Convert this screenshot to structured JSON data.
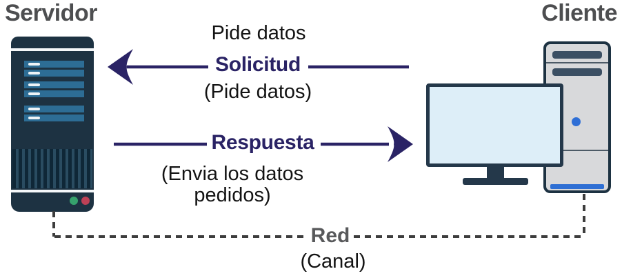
{
  "labels": {
    "server": "Servidor",
    "client": "Cliente"
  },
  "request": {
    "above": "Pide datos",
    "name": "Solicitud",
    "below": "(Pide datos)"
  },
  "response": {
    "name": "Respuesta",
    "below_line1": "(Envia los datos",
    "below_line2": "pedidos)"
  },
  "network": {
    "name": "Red",
    "below": "(Canal)"
  },
  "colors": {
    "arrow_navy": "#2a2365",
    "device_label_gray": "#4d4e50",
    "network_label_gray": "#58595b",
    "body_text_black": "#131313",
    "dashed_line_gray": "#3d3d3d",
    "server_body": "#1d3242",
    "server_bar_blue": "#2d6d95",
    "led_green": "#36a26d",
    "led_red": "#bd4156",
    "tower_fill": "#d8d9db",
    "tower_slot": "#3b4f63",
    "power_button_blue": "#2f6fd6",
    "monitor_frame": "#24384a",
    "screen_light_blue": "#ddeef8"
  }
}
